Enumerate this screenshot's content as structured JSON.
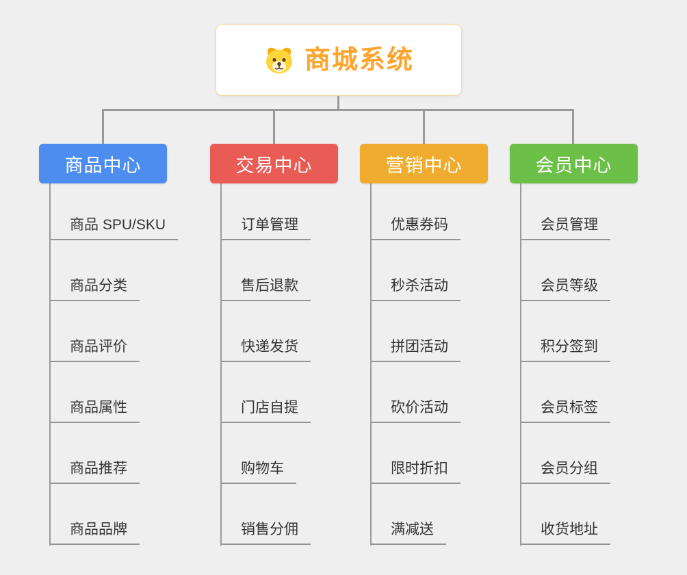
{
  "background": "#efefef",
  "lines": {
    "color": "#999999"
  },
  "root": {
    "label": "商城系统",
    "icon": "dog-icon",
    "text_color": "#ffa42d",
    "border_color": "#f6d6a2"
  },
  "branches": [
    {
      "label": "商品中心",
      "color": "#4d8df0",
      "children": [
        "商品 SPU/SKU",
        "商品分类",
        "商品评价",
        "商品属性",
        "商品推荐",
        "商品品牌"
      ]
    },
    {
      "label": "交易中心",
      "color": "#e95b55",
      "children": [
        "订单管理",
        "售后退款",
        "快递发货",
        "门店自提",
        "购物车",
        "销售分佣"
      ]
    },
    {
      "label": "营销中心",
      "color": "#efac2f",
      "children": [
        "优惠券码",
        "秒杀活动",
        "拼团活动",
        "砍价活动",
        "限时折扣",
        "满减送"
      ]
    },
    {
      "label": "会员中心",
      "color": "#6cbf47",
      "children": [
        "会员管理",
        "会员等级",
        "积分签到",
        "会员标签",
        "会员分组",
        "收货地址"
      ]
    }
  ]
}
